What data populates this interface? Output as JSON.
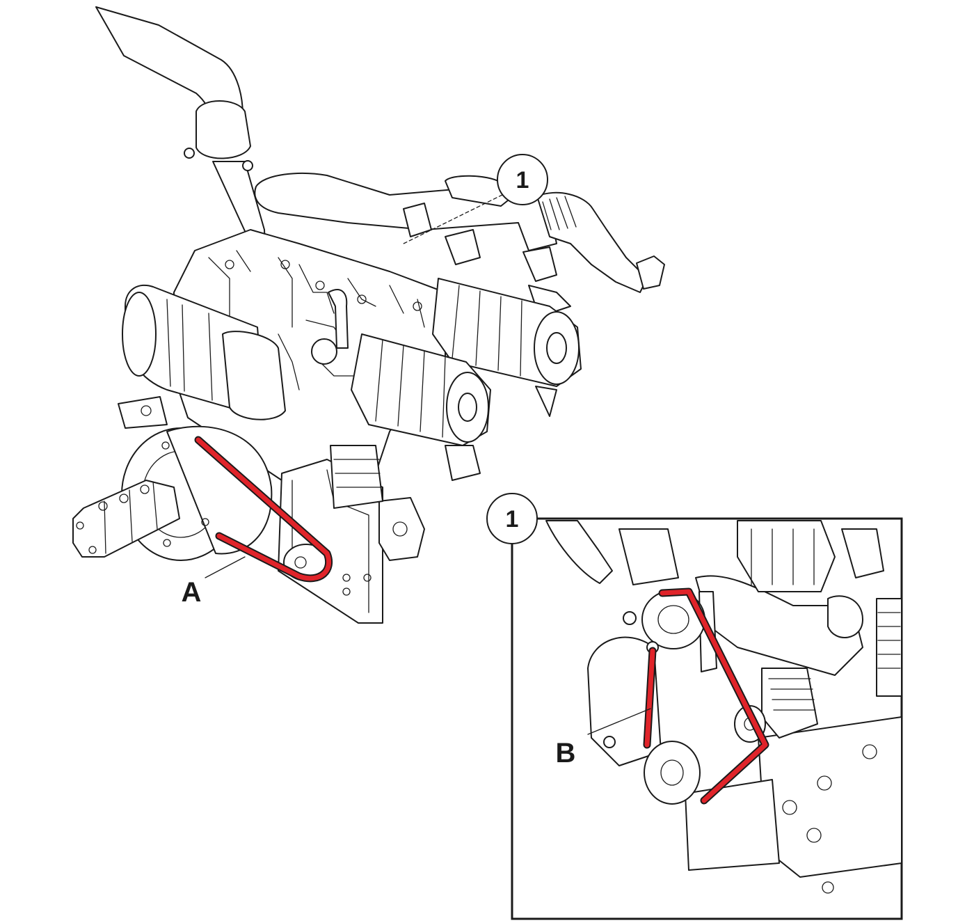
{
  "callouts": {
    "ref_main": "1",
    "ref_detail": "1",
    "label_a": "A",
    "label_b": "B"
  },
  "colors": {
    "belt": "#e0242a",
    "line": "#1a1a1a",
    "background": "#ffffff"
  }
}
